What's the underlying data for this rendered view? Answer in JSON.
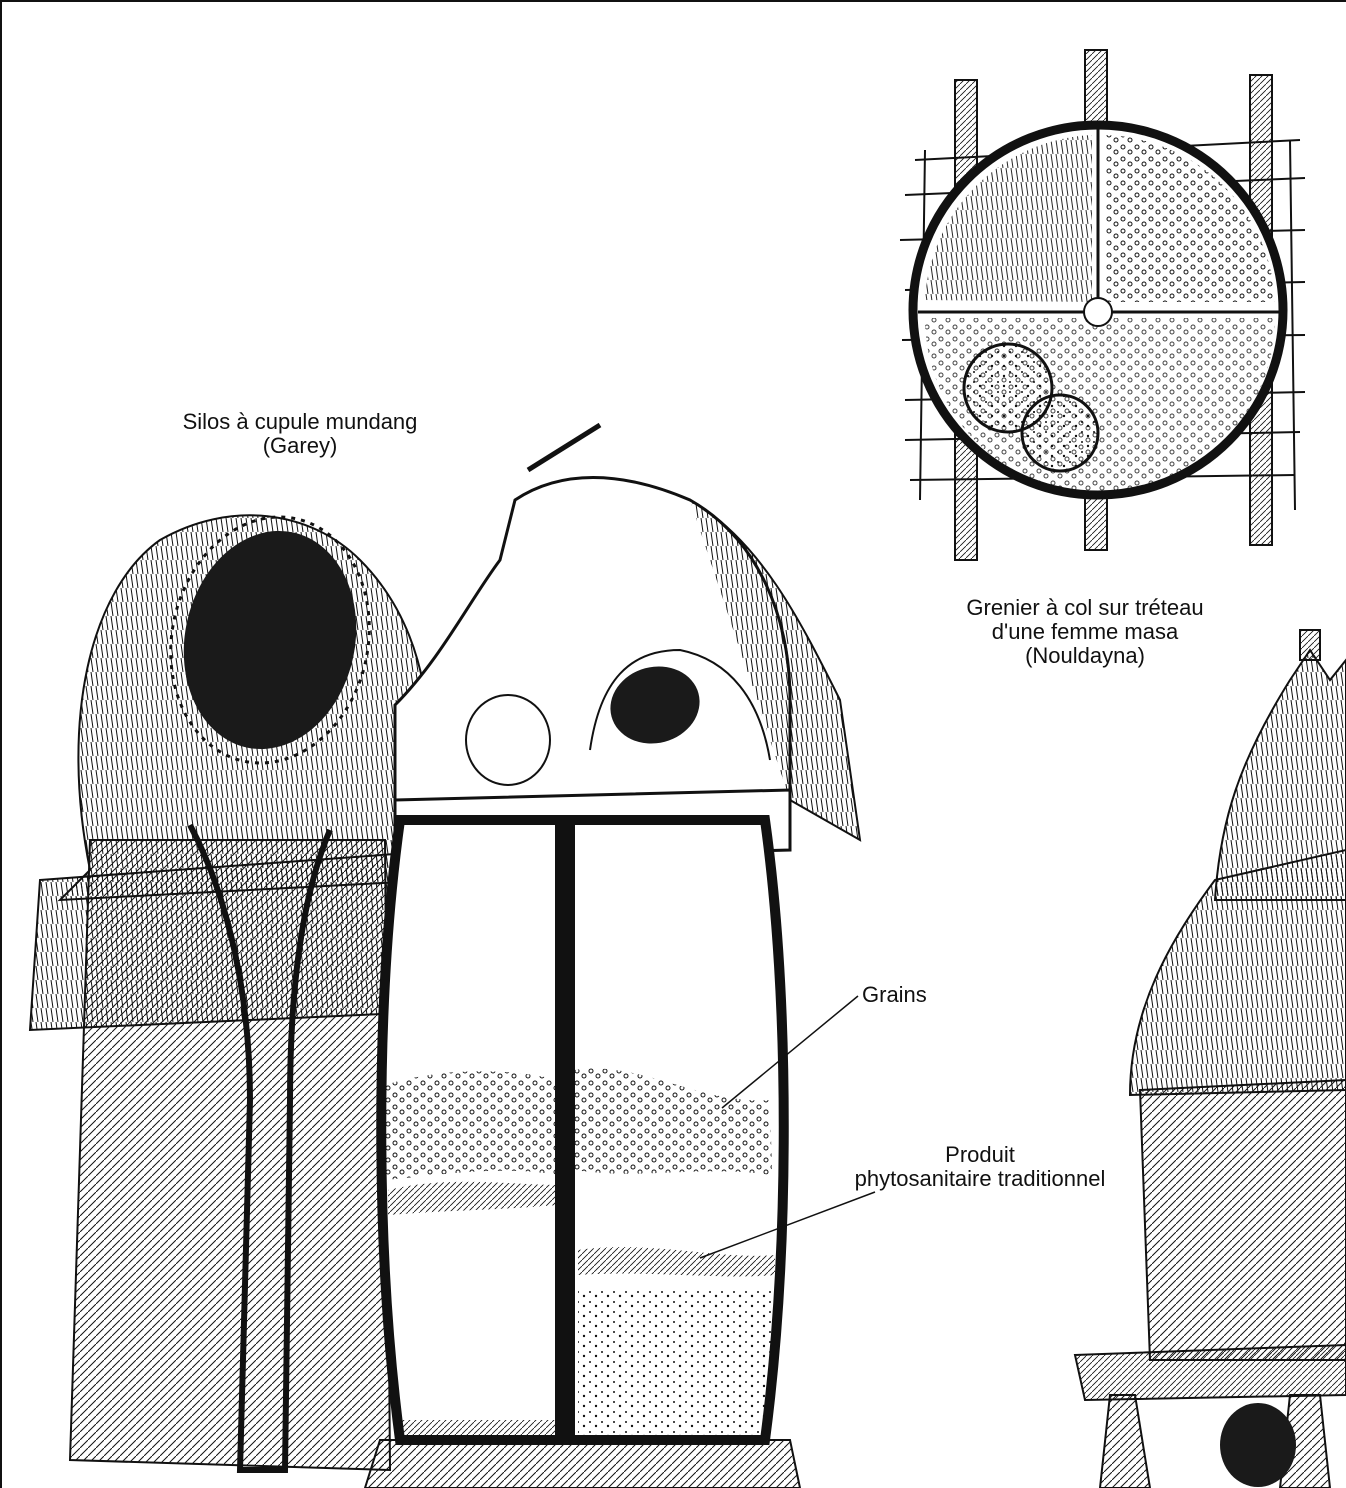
{
  "labels": {
    "silos": {
      "line1": "Silos à cupule mundang",
      "line2": "(Garey)"
    },
    "grenier": {
      "line1": "Grenier à col sur tréteau",
      "line2": "d'une femme masa",
      "line3": "(Nouldayna)"
    },
    "grains": "Grains",
    "produit": {
      "line1": "Produit",
      "line2": "phytosanitaire traditionnel"
    }
  },
  "colors": {
    "ink": "#111111",
    "paper": "#ffffff"
  }
}
